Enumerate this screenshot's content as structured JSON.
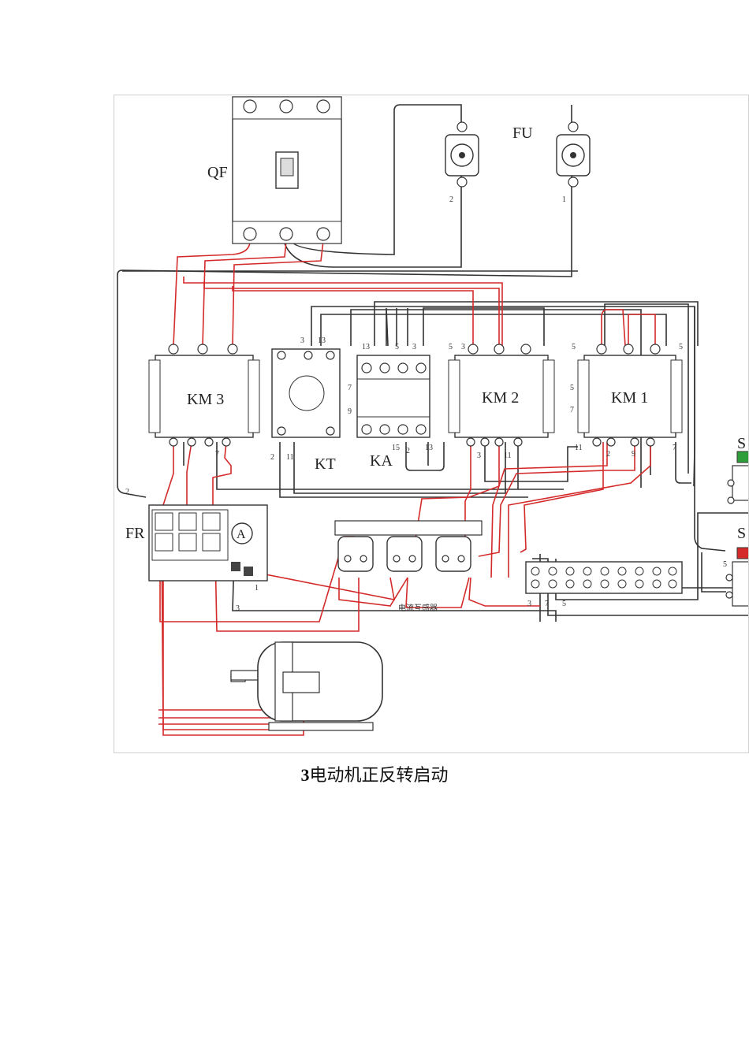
{
  "labels": {
    "qf": "QF",
    "fu": "FU",
    "fu_1": "1",
    "fu_2": "2",
    "km3": "KM 3",
    "km2": "KM 2",
    "km1": "KM 1",
    "kt": "KT",
    "ka": "KA",
    "fr": "FR",
    "ammeter": "A",
    "transformer": "电流互感器",
    "sb_top": "S",
    "sb_bottom": "S"
  },
  "terminal_numbers": {
    "km3_2": "2",
    "kt_top_3": "3",
    "kt_top_13": "13",
    "kt_bot_2": "2",
    "kt_bot_11": "11",
    "ka_top_13": "13",
    "ka_top_5": "5",
    "ka_top_3": "3",
    "ka_left_7": "7",
    "ka_left_9": "9",
    "ka_bot_15": "15",
    "ka_bot_2": "2",
    "ka_bot_13": "13",
    "km2_top_5": "5",
    "km2_top_3": "3",
    "km2_bot_3": "3",
    "km2_bot_11": "11",
    "km1_top_5a": "5",
    "km1_top_5b": "5",
    "km1_left_5": "5",
    "km1_left_7": "7",
    "km1_bot_11": "11",
    "km1_bot_2": "2",
    "km1_bot_9": "9",
    "km1_bot_7": "7",
    "km3_bot_7": "7",
    "fr_bot_3": "3",
    "fr_bot_1": "1",
    "tb_3": "3",
    "tb_7": "7",
    "tb_5": "5",
    "sb_5": "5"
  },
  "caption": {
    "number": "3",
    "text": "电动机正反转启动"
  },
  "colors": {
    "red_wire": "#d42a2a",
    "black_wire": "#333333",
    "start_button": "#2e9e3a",
    "stop_button": "#d42a2a"
  }
}
